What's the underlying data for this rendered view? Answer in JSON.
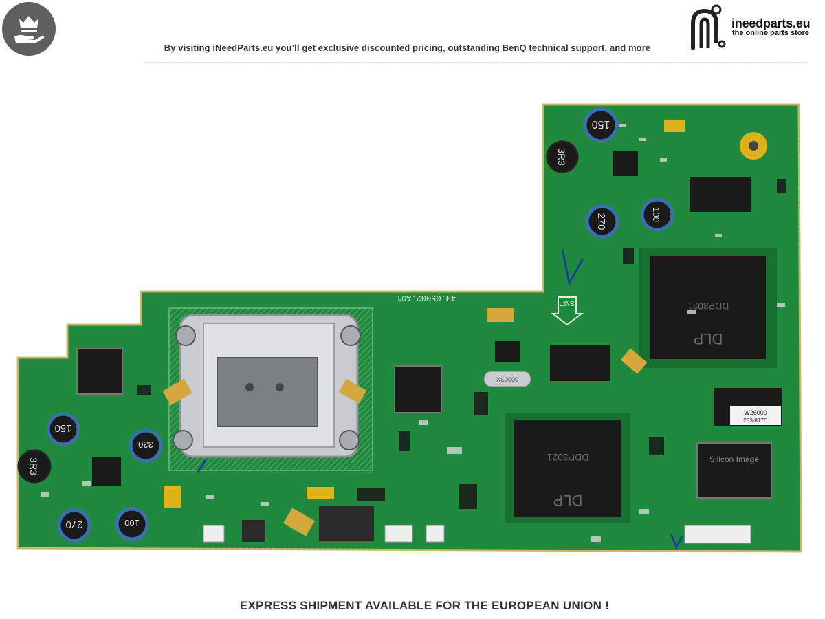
{
  "header": {
    "tagline": "By visiting iNeedParts.eu you’ll get exclusive discounted pricing, outstanding BenQ technical support, and more",
    "crown_icon": "crown-hand-icon",
    "logo_icon": "ineedparts-logo-icon",
    "brand_name": "ineedparts.eu",
    "brand_subtitle": "the online parts store"
  },
  "board": {
    "pcb_label": "4H.05002.A01",
    "inductor_labels": [
      "150",
      "3R3",
      "270",
      "100",
      "150",
      "3R3",
      "330",
      "270",
      "100"
    ],
    "chip_large_1": "DDP3021",
    "chip_large_2": "DDP3021",
    "chip_small_brand": "DLP",
    "chip_silicon": "Silicon Image",
    "sticker_text": "W26000",
    "sticker_sub": "283-817C",
    "crystal_text": "XS0000",
    "stamp_text": "SMT",
    "colors": {
      "pcb": "#1f8a3e",
      "pcb_dark": "#17702f",
      "edge": "#c9b86a",
      "chip": "#1a1a1a",
      "heatsink": "#c8ccd0"
    }
  },
  "footer": {
    "shipping_note": "EXPRESS SHIPMENT AVAILABLE FOR THE EUROPEAN UNION !"
  }
}
